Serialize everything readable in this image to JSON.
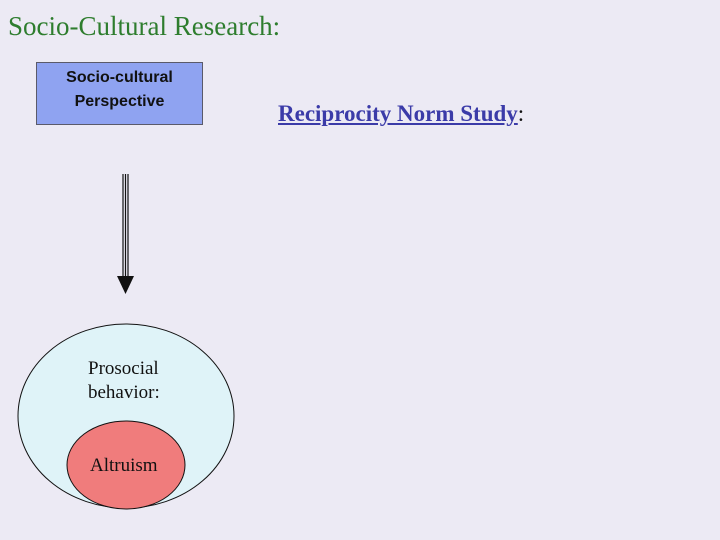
{
  "slide": {
    "title": "Socio-Cultural Research:"
  },
  "diagram": {
    "perspective_box": "Socio-cultural Perspective",
    "outer_circle_label": "Prosocial behavior:",
    "inner_circle_label": "Altruism"
  },
  "study": {
    "link_text": "Reciprocity Norm Study",
    "suffix": ":"
  },
  "colors": {
    "background": "#eceaf4",
    "title": "#2e7d2e",
    "box_fill": "#8fa3f1",
    "outer_circle_fill": "#dff3f8",
    "inner_circle_fill": "#f07c7c",
    "link": "#3b3ba8"
  }
}
